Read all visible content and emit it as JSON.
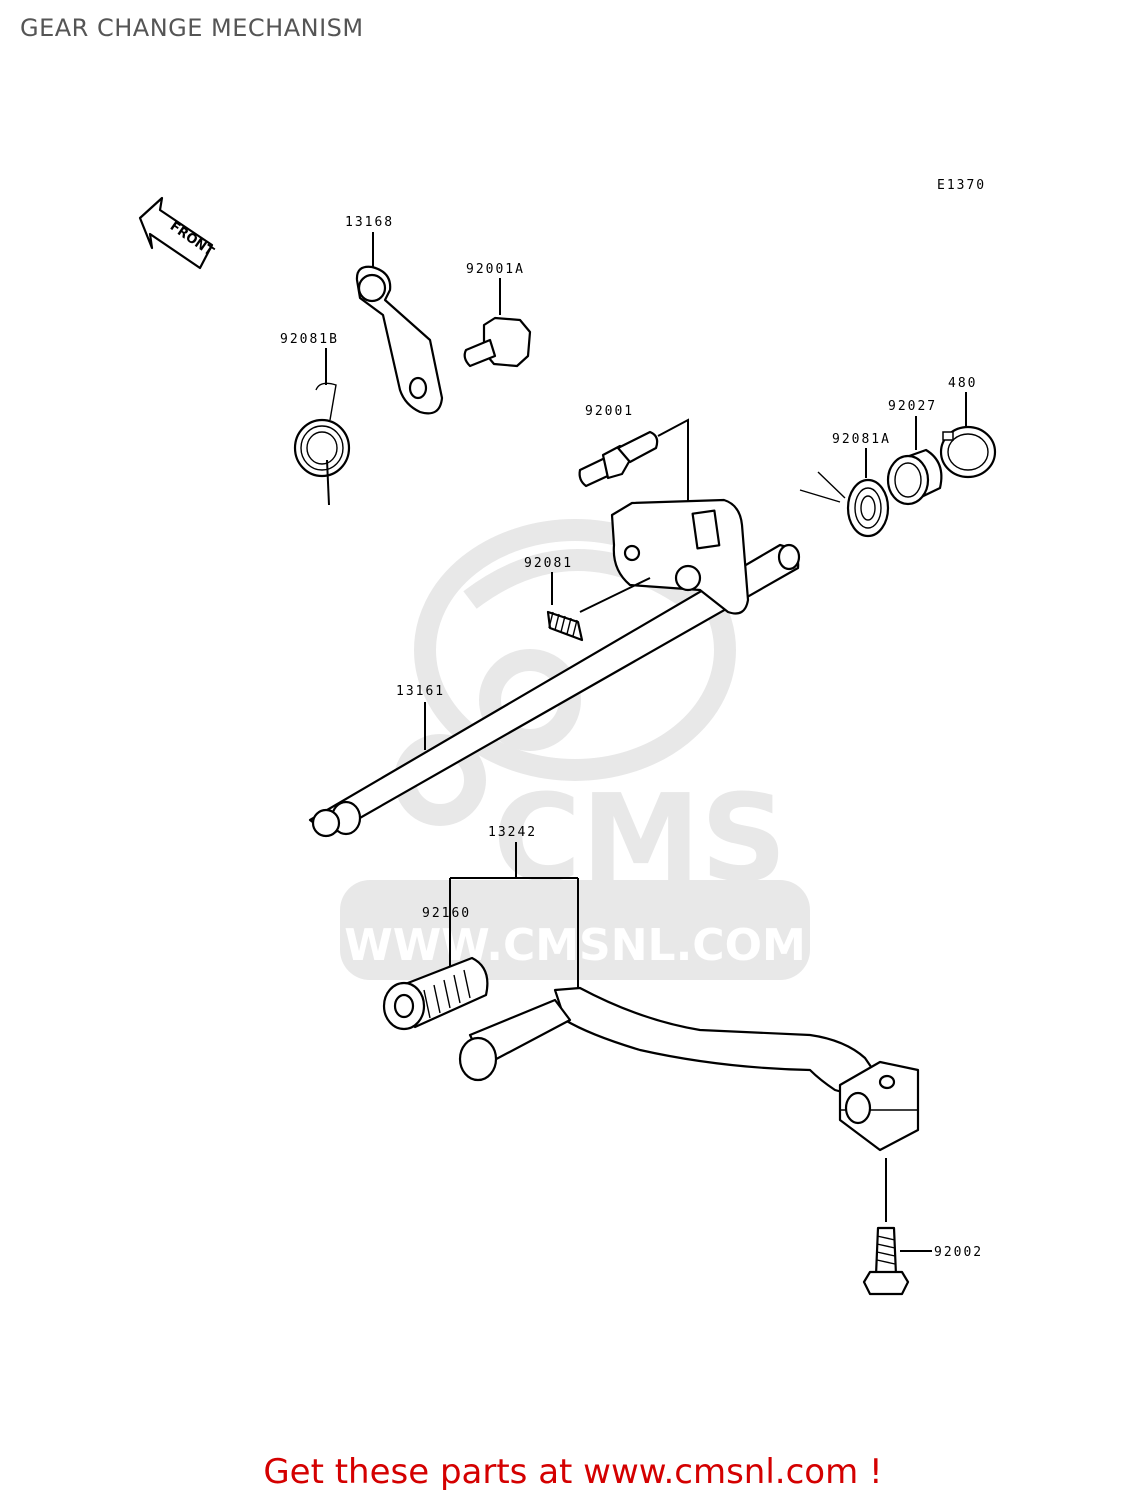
{
  "title": "GEAR CHANGE MECHANISM",
  "diagram_code": "E1370",
  "front_marker": "FRONT",
  "watermark": {
    "logo_text": "CMS",
    "url_text": "WWW.CMSNL.COM",
    "color": "#e6e6e6"
  },
  "parts": [
    {
      "number": "13168"
    },
    {
      "number": "92001A"
    },
    {
      "number": "92081B"
    },
    {
      "number": "92001"
    },
    {
      "number": "480"
    },
    {
      "number": "92027"
    },
    {
      "number": "92081A"
    },
    {
      "number": "92081"
    },
    {
      "number": "13161"
    },
    {
      "number": "13242"
    },
    {
      "number": "92160"
    },
    {
      "number": "92002"
    }
  ],
  "footer": {
    "text": "Get these parts at www.cmsnl.com !",
    "color": "#d40000"
  }
}
